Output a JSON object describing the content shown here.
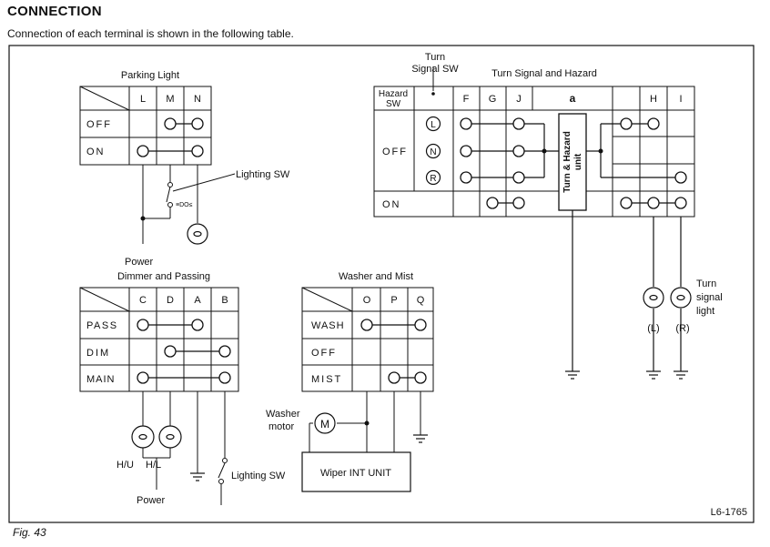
{
  "header": {
    "title": "CONNECTION",
    "subtitle": "Connection of each terminal is shown in the following table."
  },
  "figure": {
    "label": "Fig. 43",
    "code": "L6-1765"
  },
  "parking_light": {
    "title": "Parking Light",
    "columns": [
      "L",
      "M",
      "N"
    ],
    "rows": [
      "OFF",
      "ON"
    ],
    "lighting_sw": "Lighting SW",
    "power": "Power"
  },
  "turn_signal": {
    "title": "Turn Signal and Hazard",
    "switch_title": "Turn\nSignal SW",
    "hazard_label": "Hazard\nSW",
    "columns": [
      "F",
      "G",
      "J",
      "a",
      "H",
      "I"
    ],
    "positions": [
      "L",
      "N",
      "R"
    ],
    "rows": [
      "OFF",
      "ON"
    ],
    "unit_label": "Turn & Hazard unit",
    "lamp_label": "Turn signal light",
    "lamp_left": "(L)",
    "lamp_right": "(R)"
  },
  "dimmer": {
    "title": "Dimmer and Passing",
    "columns": [
      "C",
      "D",
      "A",
      "B"
    ],
    "rows": [
      "PASS",
      "DIM",
      "MAIN"
    ],
    "hu": "H/U",
    "hl": "H/L",
    "power": "Power",
    "lighting_sw": "Lighting SW"
  },
  "washer": {
    "title": "Washer and Mist",
    "columns": [
      "O",
      "P",
      "Q"
    ],
    "rows": [
      "WASH",
      "OFF",
      "MIST"
    ],
    "motor": "Washer motor",
    "motor_symbol": "M",
    "wiper_unit": "Wiper INT UNIT"
  }
}
